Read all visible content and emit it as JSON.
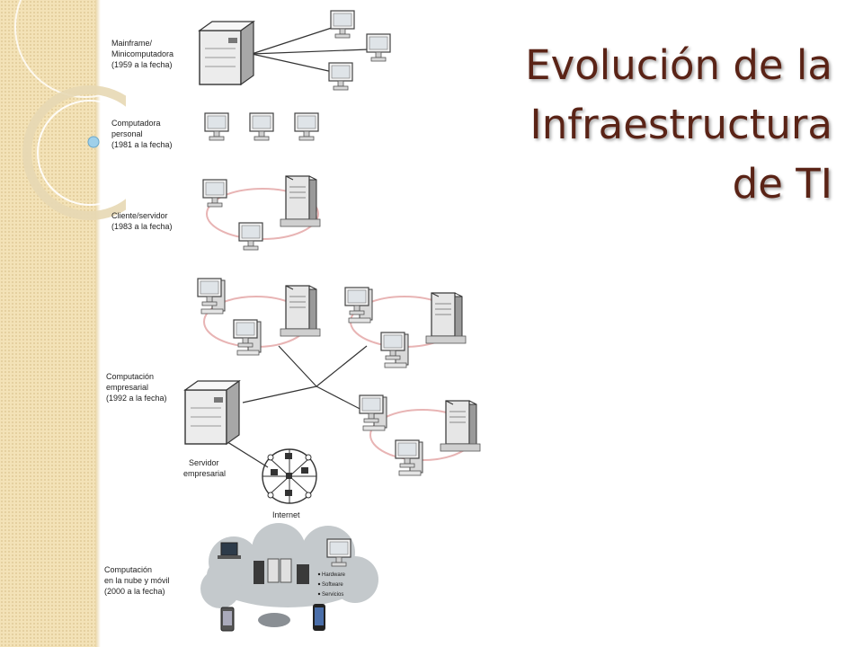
{
  "title": {
    "line1": "Evolución de la",
    "line2": "Infraestructura",
    "line3": "de TI"
  },
  "eras": [
    {
      "line1": "Mainframe/",
      "line2": "Minicomputadora",
      "line3": "(1959 a la fecha)"
    },
    {
      "line1": "Computadora",
      "line2": "personal",
      "line3": "(1981 a la fecha)"
    },
    {
      "line1": "Cliente/servidor",
      "line2": "(1983 a la fecha)"
    },
    {
      "line1": "Computación",
      "line2": "empresarial",
      "line3": "(1992 a la fecha)"
    },
    {
      "line1": "Computación",
      "line2": "en la nube y móvil",
      "line3": "(2000 a la fecha)"
    }
  ],
  "labels": {
    "enterprise_server_1": "Servidor",
    "enterprise_server_2": "empresarial",
    "internet": "Internet"
  },
  "cloud_services": [
    "Hardware",
    "Software",
    "Servicios"
  ],
  "colors": {
    "title": "#5a2316",
    "strip": "#f3e2b7",
    "ring": "#e8b4b4"
  }
}
